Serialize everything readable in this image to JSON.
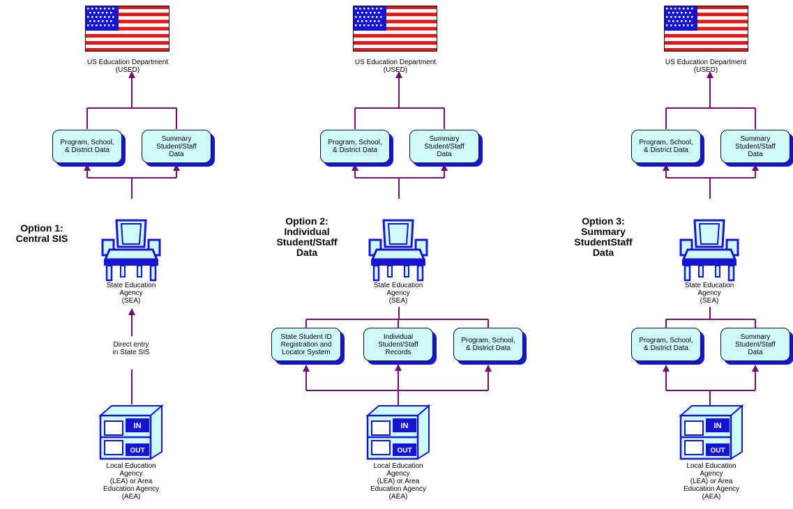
{
  "colors": {
    "connector": "#6d0f6f",
    "box_fill": "#cffafa",
    "box_shadow": "#1515d0",
    "icon_blue": "#1515d0",
    "icon_light": "#cffafa"
  },
  "options": [
    {
      "title": "Option 1:\nCentral SIS",
      "usdept": "US Education Department\n(USED)",
      "top_boxes": [
        "Program, School,\n& District Data",
        "Summary\nStudent/Staff\nData"
      ],
      "sea": "State Education\nAgency\n(SEA)",
      "edge_label": "Direct entry\nin State SIS",
      "lea": "Local Education\nAgency\n(LEA) or Area\nEducation Agency\n(AEA)"
    },
    {
      "title": "Option 2:\nIndividual\nStudent/Staff\nData",
      "usdept": "US Education Department\n(USED)",
      "top_boxes": [
        "Program, School,\n& District Data",
        "Summary\nStudent/Staff\nData"
      ],
      "sea": "State Education\nAgency\n(SEA)",
      "bottom_boxes": [
        "State Student ID\nRegistration and\nLocator System",
        "Individual\nStudent/Staff\nRecords",
        "Program, School,\n& District Data"
      ],
      "lea": "Local Education\nAgency\n(LEA) or  Area\nEducation Agency\n(AEA)"
    },
    {
      "title": "Option 3:\nSummary\nStudentStaff\nData",
      "usdept": "US Education Department\n(USED)",
      "top_boxes": [
        "Program, School,\n& District Data",
        "Summary\nStudent/Staff\nData"
      ],
      "sea": "State Education\nAgency\n(SEA)",
      "bottom_boxes": [
        "Program, School,\n& District Data",
        "Summary\nStudent/Staff\nData"
      ],
      "lea": "Local Education\nAgency\n(LEA) or Area\nEducation Agency\n(AEA)"
    }
  ],
  "tray_labels": {
    "in": "IN",
    "out": "OUT"
  }
}
